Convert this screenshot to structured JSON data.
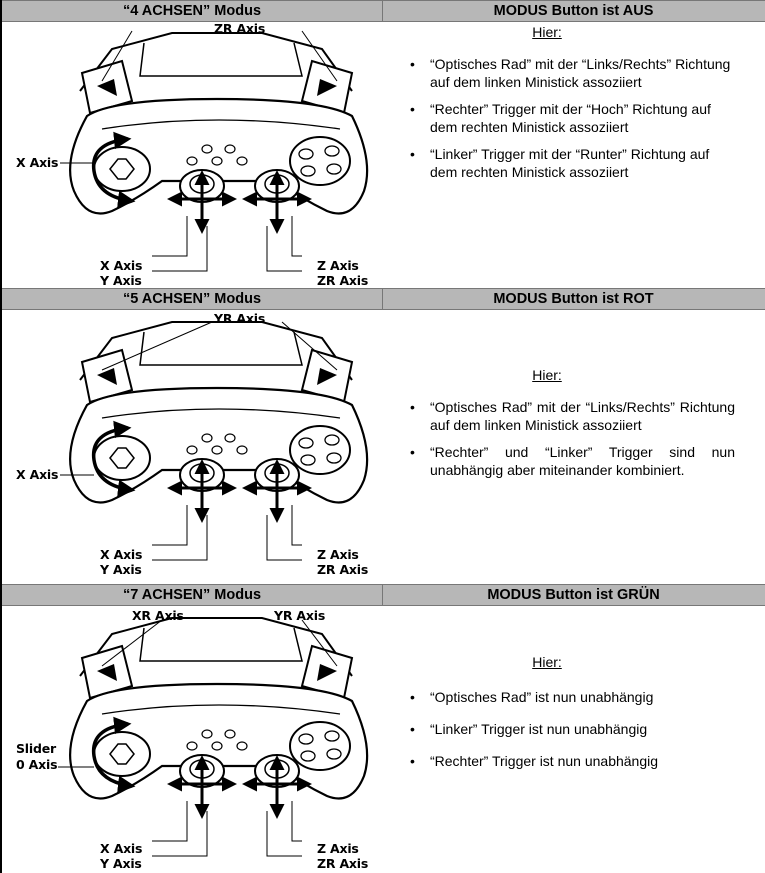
{
  "sections": [
    {
      "mode_label": "“4 ACHSEN” Modus",
      "button_state": "MODUS Button ist AUS",
      "axes": {
        "top_center": "ZR Axis",
        "left": "X Axis",
        "left_stick_x": "X Axis",
        "left_stick_y": "Y Axis",
        "right_stick_z": "Z Axis",
        "right_stick_zr": "ZR Axis"
      },
      "intro": "Hier:",
      "bullets": [
        "“Optisches Rad” mit der “Links/Rechts” Richtung auf dem linken Ministick assoziiert",
        "“Rechter” Trigger mit der “Hoch” Richtung auf dem rechten Ministick assoziiert",
        "“Linker” Trigger mit der “Runter” Richtung auf dem rechten Ministick assoziiert"
      ]
    },
    {
      "mode_label": "“5 ACHSEN” Modus",
      "button_state": "MODUS Button ist ROT",
      "axes": {
        "top_center": "YR Axis",
        "left": "X Axis",
        "left_stick_x": "X Axis",
        "left_stick_y": "Y Axis",
        "right_stick_z": "Z Axis",
        "right_stick_zr": "ZR Axis"
      },
      "intro": "Hier:",
      "bullets": [
        "“Optisches Rad” mit der “Links/Rechts” Richtung auf dem linken Ministick assoziiert",
        "“Rechter” und “Linker” Trigger sind nun unabhängig aber miteinander kombiniert."
      ]
    },
    {
      "mode_label": "“7 ACHSEN” Modus",
      "button_state": "MODUS Button ist GRÜN",
      "axes": {
        "top_left": "XR Axis",
        "top_right": "YR Axis",
        "left_line1": "Slider",
        "left_line2": "0 Axis",
        "left_stick_x": "X Axis",
        "left_stick_y": "Y Axis",
        "right_stick_z": "Z Axis",
        "right_stick_zr": "ZR Axis"
      },
      "intro": "Hier:",
      "bullets": [
        "“Optisches Rad” ist nun unabhängig",
        "“Linker” Trigger ist nun unabhängig",
        "“Rechter” Trigger ist nun unabhängig"
      ]
    }
  ]
}
